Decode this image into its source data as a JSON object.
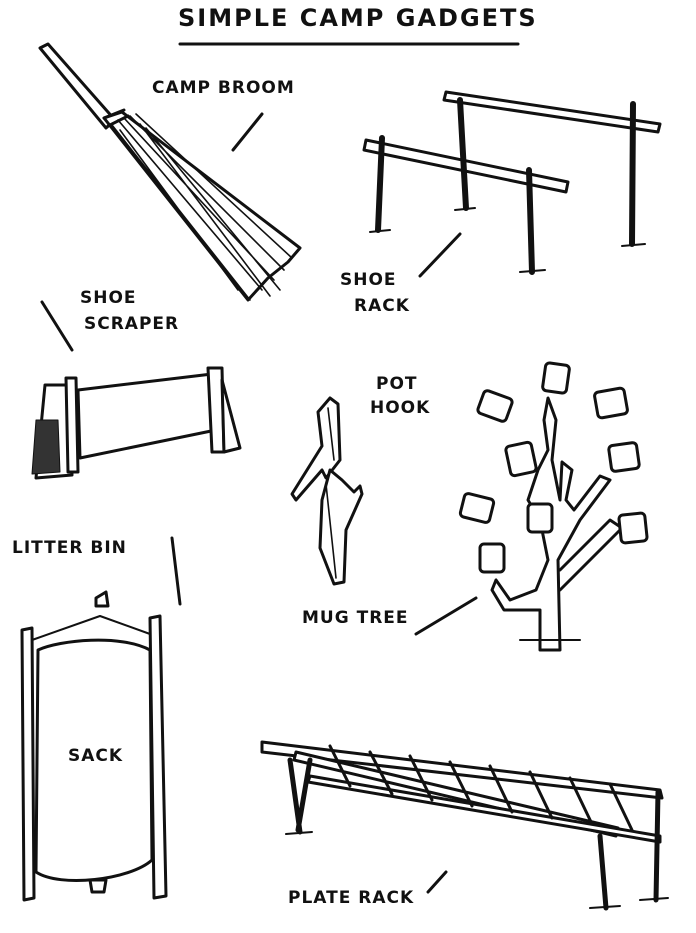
{
  "title": "SIMPLE CAMP GADGETS",
  "labels": {
    "camp_broom": "CAMP BROOM",
    "shoe_rack_1": "SHOE",
    "shoe_rack_2": "RACK",
    "shoe_scraper_1": "SHOE",
    "shoe_scraper_2": "SCRAPER",
    "pot_hook_1": "POT",
    "pot_hook_2": "HOOK",
    "litter_bin": "LITTER BIN",
    "sack": "SACK",
    "mug_tree": "MUG TREE",
    "plate_rack": "PLATE RACK"
  }
}
